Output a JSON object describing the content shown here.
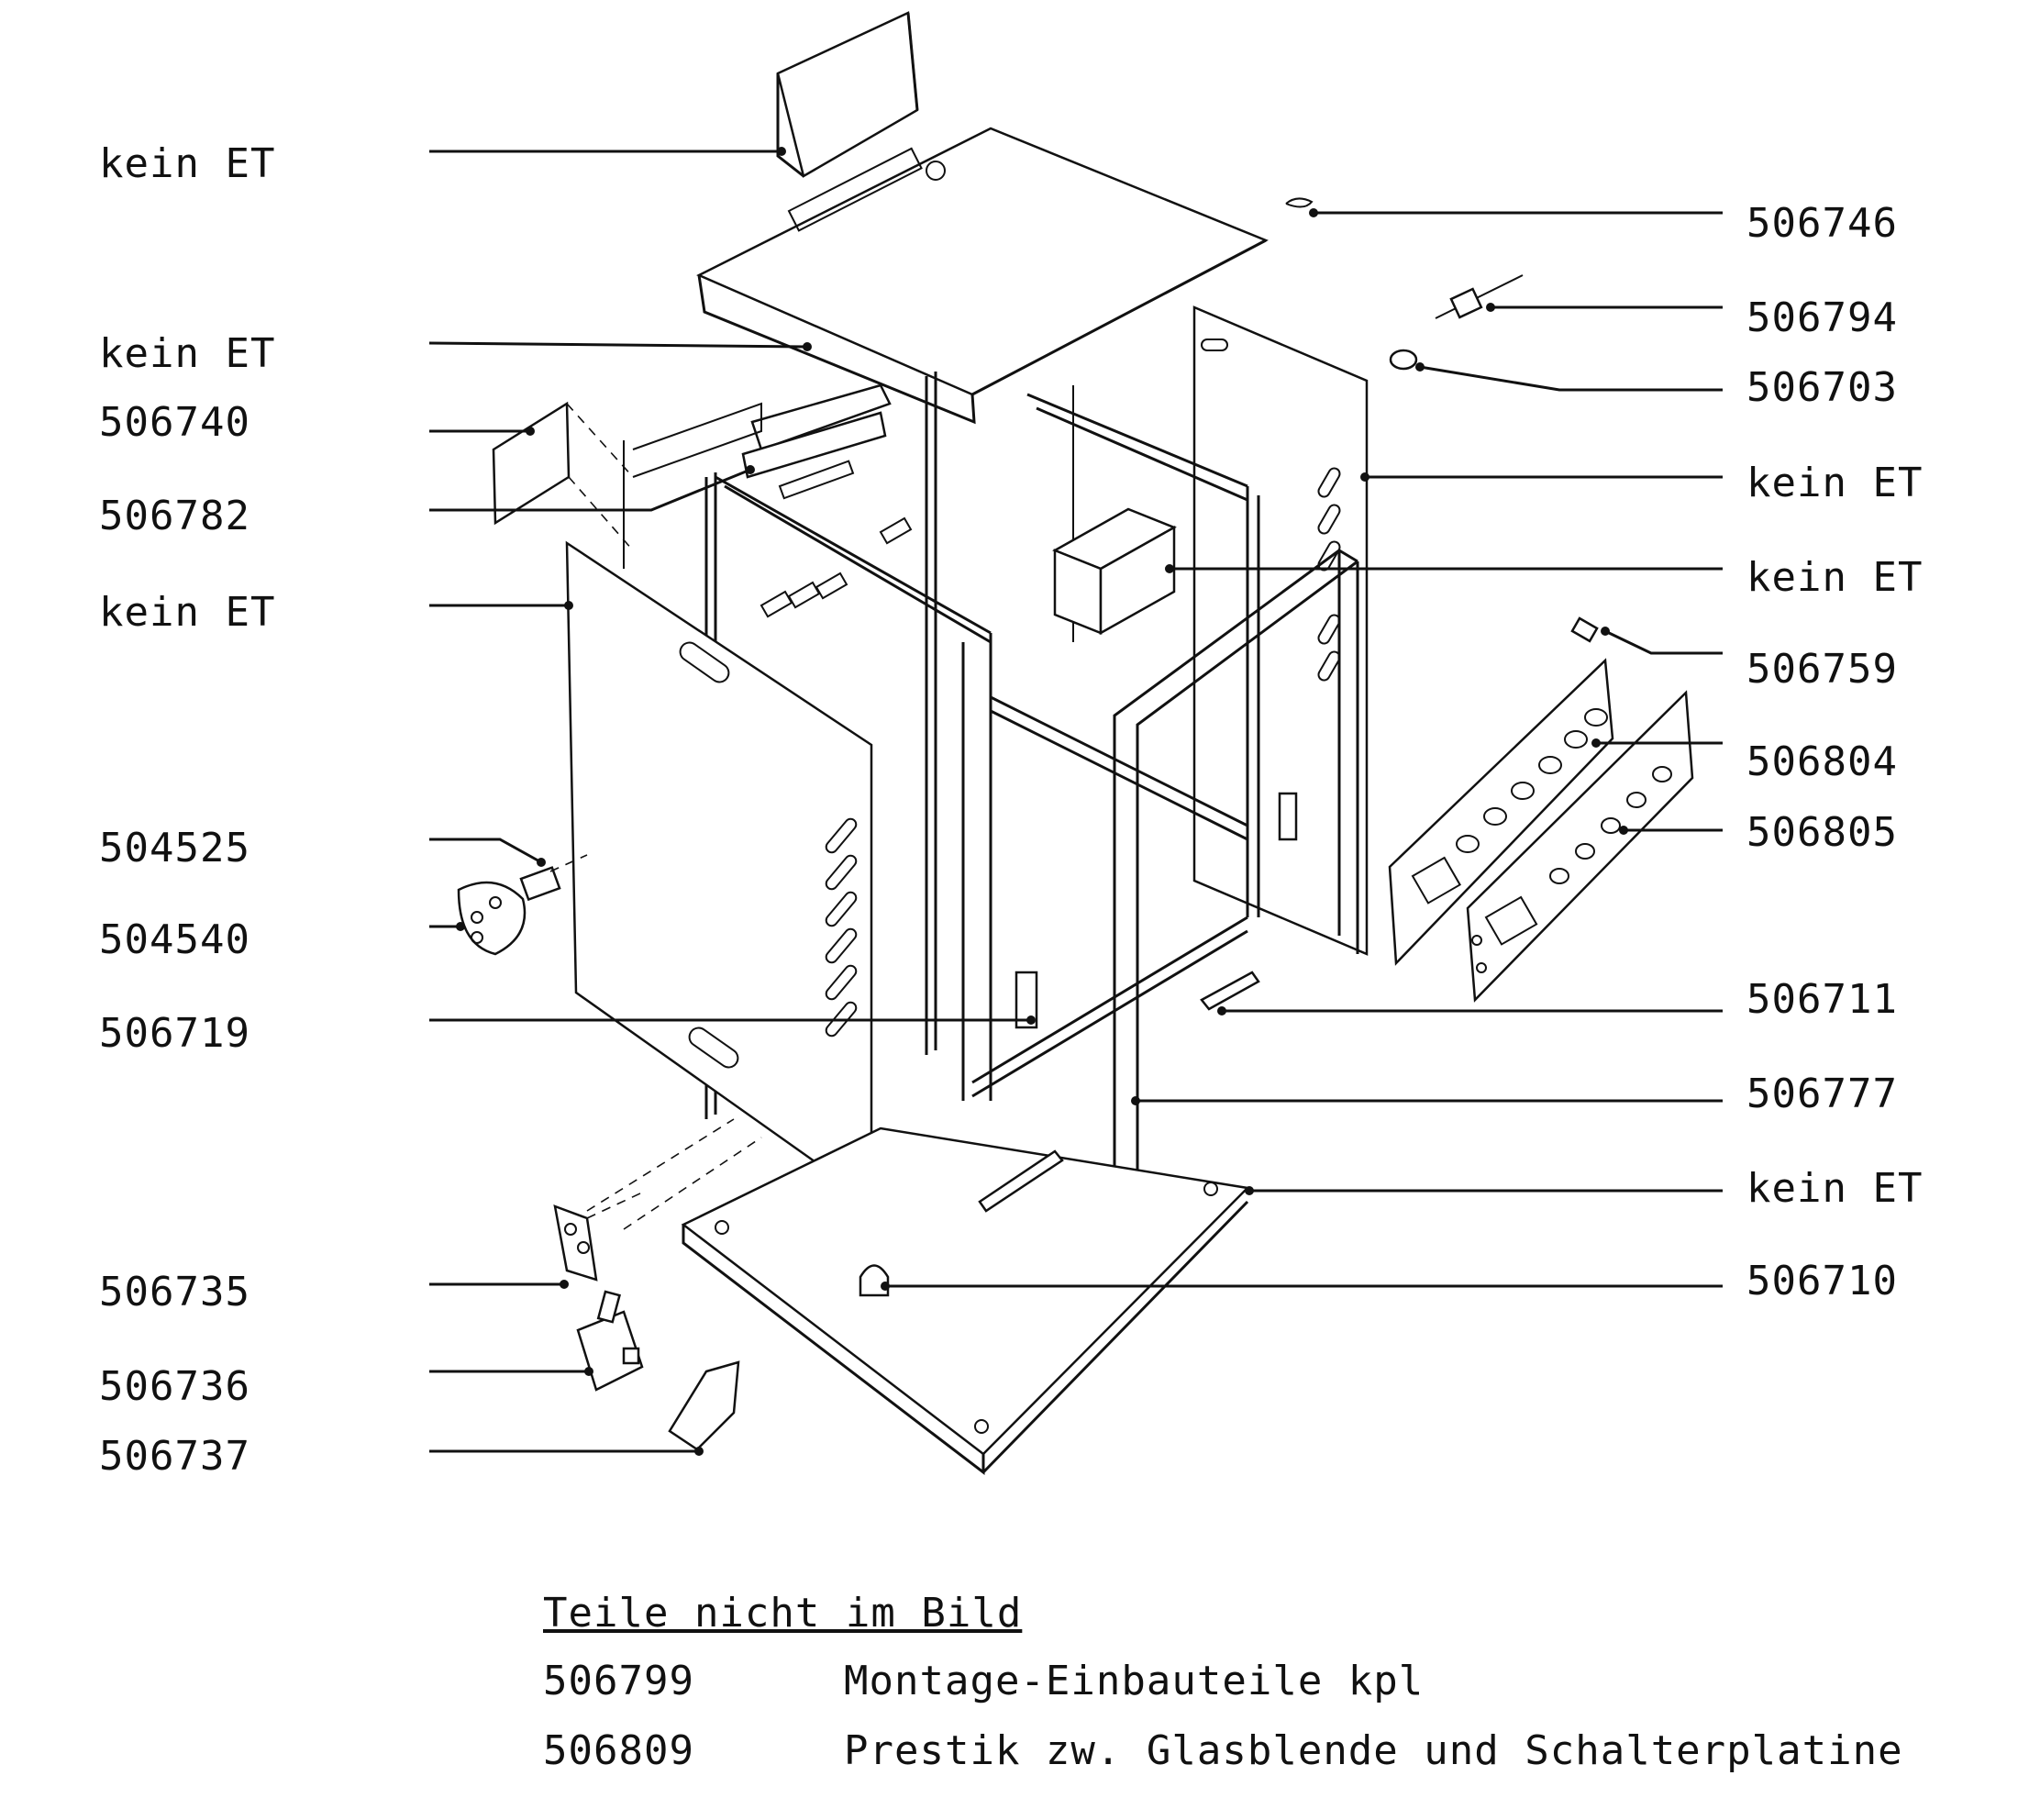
{
  "left_labels": [
    {
      "text": "kein ET"
    },
    {
      "text": "kein ET"
    },
    {
      "text": "506740"
    },
    {
      "text": "506782"
    },
    {
      "text": "kein ET"
    },
    {
      "text": "504525"
    },
    {
      "text": "504540"
    },
    {
      "text": "506719"
    },
    {
      "text": "506735"
    },
    {
      "text": "506736"
    },
    {
      "text": "506737"
    }
  ],
  "right_labels": [
    {
      "text": "506746"
    },
    {
      "text": "506794"
    },
    {
      "text": "506703"
    },
    {
      "text": "kein ET"
    },
    {
      "text": "kein ET"
    },
    {
      "text": "506759"
    },
    {
      "text": "506804"
    },
    {
      "text": "506805"
    },
    {
      "text": "506711"
    },
    {
      "text": "506777"
    },
    {
      "text": "kein ET"
    },
    {
      "text": "506710"
    }
  ],
  "footer": {
    "title": "Teile nicht im Bild",
    "items": [
      {
        "part": "506799",
        "description": "Montage-Einbauteile kpl"
      },
      {
        "part": "506809",
        "description": "Prestik zw. Glasblende und Schalterplatine"
      }
    ]
  }
}
